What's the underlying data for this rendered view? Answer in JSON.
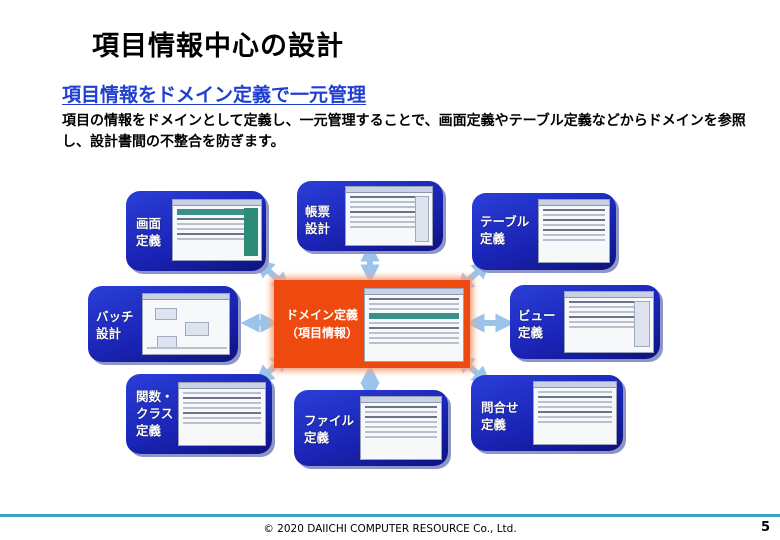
{
  "slide": {
    "title": "項目情報中心の設計",
    "subtitle": "項目情報をドメイン定義で一元管理",
    "description": "項目の情報をドメインとして定義し、一元管理することで、画面定義やテーブル定義などからドメインを参照し、設計書間の不整合を防ぎます。"
  },
  "diagram": {
    "center": {
      "label": "ドメイン定義\n（項目情報）"
    },
    "nodes": [
      {
        "id": "screen",
        "label": "画面\n定義"
      },
      {
        "id": "form",
        "label": "帳票\n設計"
      },
      {
        "id": "table",
        "label": "テーブル\n定義"
      },
      {
        "id": "batch",
        "label": "バッチ\n設計"
      },
      {
        "id": "view",
        "label": "ビュー\n定義"
      },
      {
        "id": "function",
        "label": "関数・\nクラス\n定義"
      },
      {
        "id": "file",
        "label": "ファイル\n定義"
      },
      {
        "id": "inquiry",
        "label": "問合せ\n定義"
      }
    ],
    "colors": {
      "node_fill": "#1a24b5",
      "center_fill": "#ee4a10",
      "arrow_fill": "#9cc3ea"
    }
  },
  "footer": {
    "copyright": "© 2020 DAIICHI COMPUTER RESOURCE Co., Ltd.",
    "page": "5"
  }
}
